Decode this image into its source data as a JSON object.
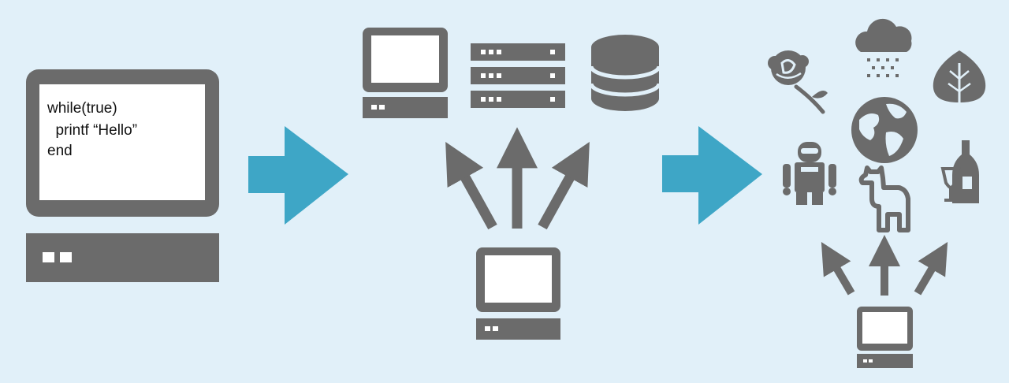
{
  "diagram": {
    "code_lines": [
      "while(true)",
      "  printf “Hello”",
      "end"
    ]
  },
  "icons": {
    "computer": "desktop-computer-icon",
    "server": "server-rack-icon",
    "database": "database-icon",
    "rose": "rose-icon",
    "cloud": "cloud-snow-icon",
    "leaf": "leaf-icon",
    "globe": "globe-icon",
    "robot": "robot-icon",
    "llama": "llama-icon",
    "wine": "wine-icon",
    "arrow": "arrow-right-icon"
  },
  "colors": {
    "background": "#e1f0f9",
    "icon_gray": "#6b6b6b",
    "accent_blue": "#3ea6c6",
    "screen_white": "#ffffff"
  }
}
